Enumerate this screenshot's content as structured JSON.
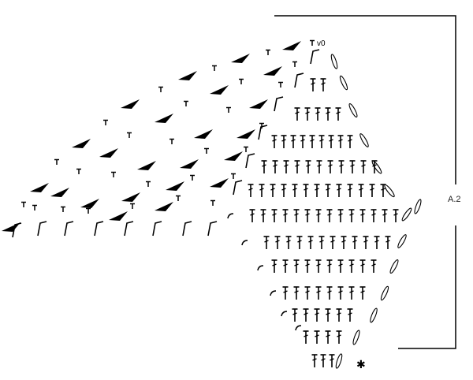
{
  "diagram": {
    "label": "A.2",
    "start_marker": "✱",
    "chain_marker": "v0",
    "ink_color": "#000000",
    "background": "#ffffff",
    "symbols": {
      "treble": "treble-crochet-symbol",
      "double": "double-crochet-symbol",
      "chain": "chain-loop-symbol",
      "wedge": "filled-wedge-symbol",
      "arc": "arc-symbol",
      "angle": "angle-bracket-symbol"
    }
  }
}
